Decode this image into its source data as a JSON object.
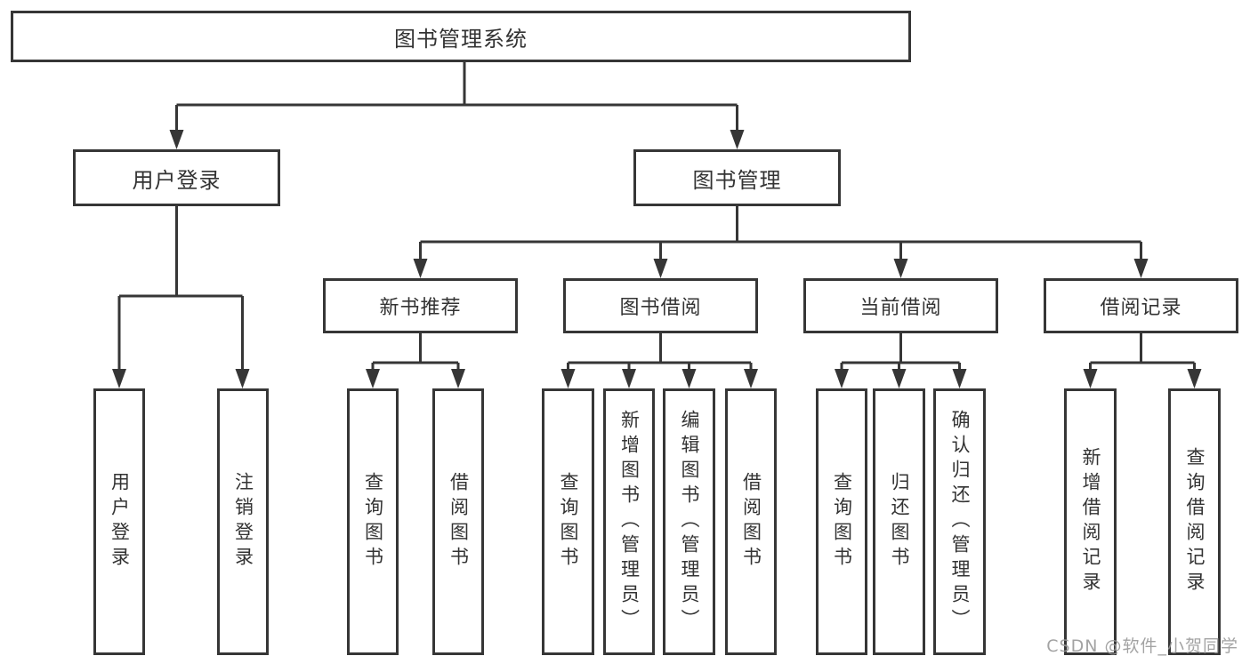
{
  "tree": {
    "root": "图书管理系统",
    "branches": [
      {
        "label": "用户登录",
        "leaves": [
          "用户登录",
          "注销登录"
        ]
      },
      {
        "label": "图书管理",
        "groups": [
          {
            "label": "新书推荐",
            "leaves": [
              "查询图书",
              "借阅图书"
            ]
          },
          {
            "label": "图书借阅",
            "leaves": [
              "查询图书",
              "新增图书（管理员）",
              "编辑图书（管理员）",
              "借阅图书"
            ]
          },
          {
            "label": "当前借阅",
            "leaves": [
              "查询图书",
              "归还图书",
              "确认归还（管理员）"
            ]
          },
          {
            "label": "借阅记录",
            "leaves": [
              "新增借阅记录",
              "查询借阅记录"
            ]
          }
        ]
      }
    ]
  },
  "watermark": "CSDN @软件_小贺同学",
  "colors": {
    "line": "#363636",
    "text": "#333333",
    "watermark": "#969696",
    "background": "#ffffff"
  }
}
